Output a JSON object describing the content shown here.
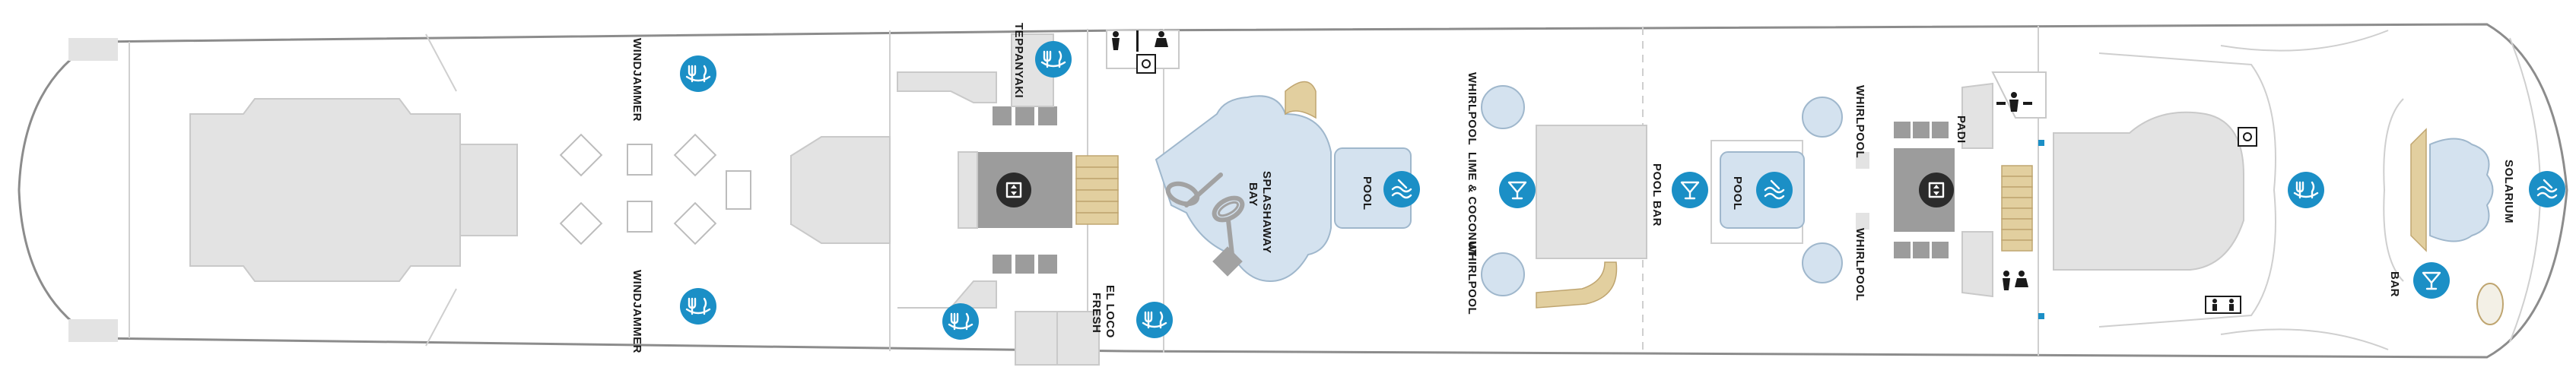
{
  "deck": {
    "labels": {
      "windjammer_top": "WINDJAMMER",
      "windjammer_bottom": "WINDJAMMER",
      "teppanyaki": "TEPPANYAKI",
      "el_loco_fresh_1": "EL LOCO",
      "el_loco_fresh_2": "FRESH",
      "splashaway_bay_1": "SPLASHAWAY",
      "splashaway_bay_2": "BAY",
      "pool_1": "POOL",
      "whirlpool_left_top": "WHIRLPOOL",
      "lime_coconut": "LIME & COCONUT",
      "whirlpool_left_bottom": "WHIRLPOOL",
      "pool_bar": "POOL BAR",
      "pool_2": "POOL",
      "whirlpool_right_top": "WHIRLPOOL",
      "whirlpool_right_bottom": "WHIRLPOOL",
      "padi": "PADI",
      "solarium": "SOLARIUM",
      "bar": "BAR"
    },
    "icons": {
      "dining": "fork-knife-icon",
      "bar": "cocktail-icon",
      "pool": "pool-wave-icon",
      "elevator": "elevator-icon",
      "restroom": "restroom-icon",
      "accessible": "accessible-icon"
    },
    "colors": {
      "icon_blue": "#1b8fc6",
      "elevator_dark": "#2b2b2b",
      "water": "#d4e2ef",
      "structure": "#e3e3e3",
      "stairs": "#e2cf9f",
      "hull_outline": "#8c8c8c"
    }
  }
}
